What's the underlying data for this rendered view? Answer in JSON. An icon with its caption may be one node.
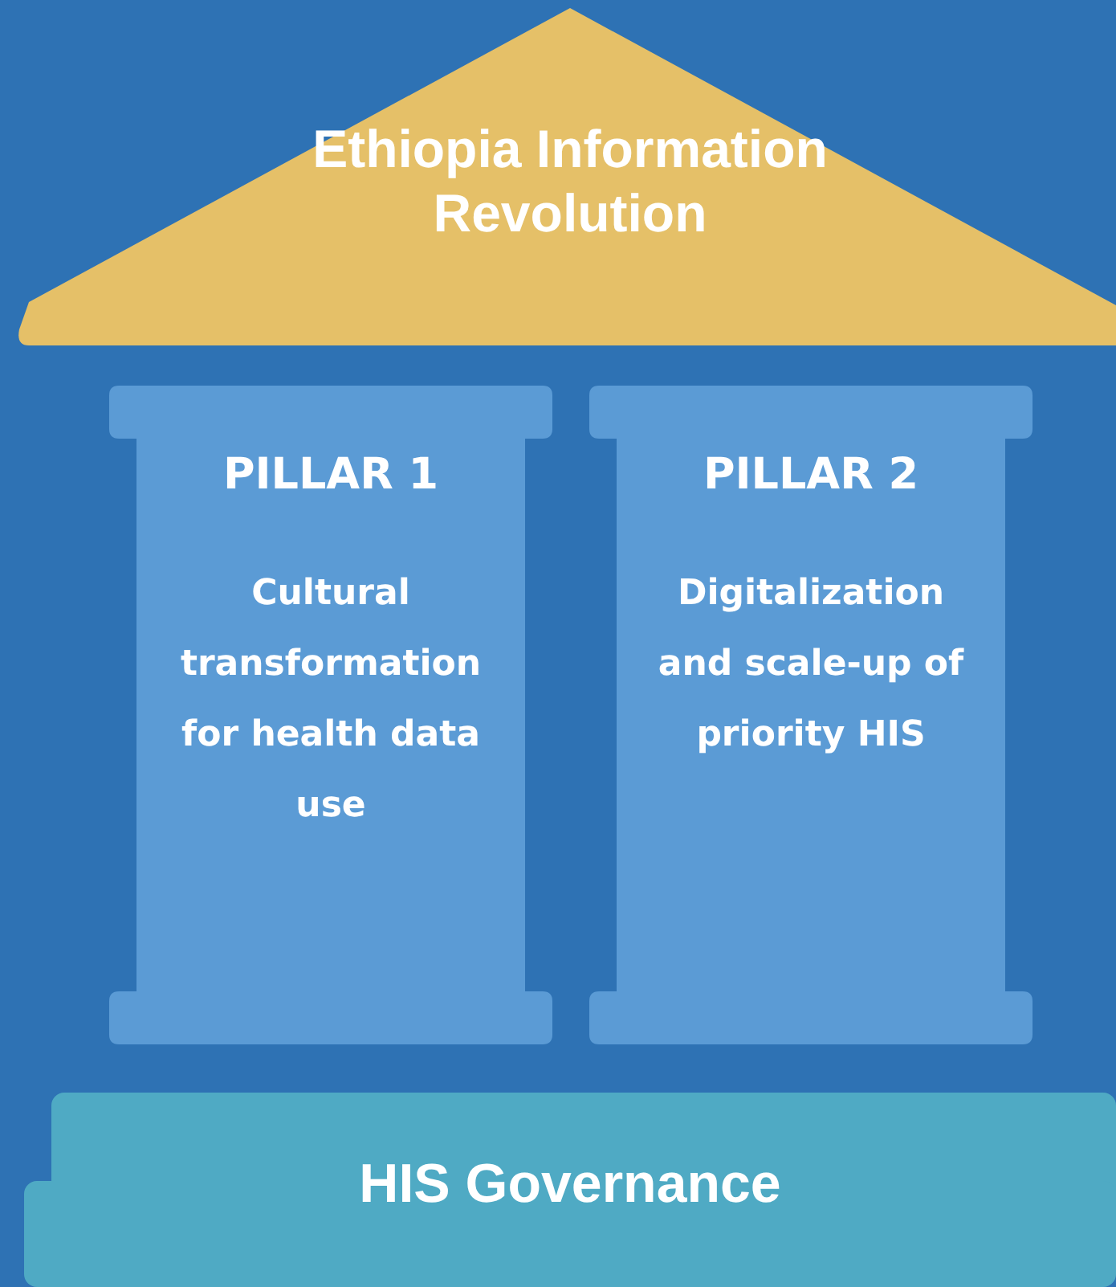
{
  "diagram": {
    "nodes": [
      {
        "text": [
          "Ethiopia Information Revolution"
        ]
      },
      {
        "text": [
          "PILLAR 1",
          "Cultural transformation for health data use"
        ]
      },
      {
        "text": [
          "PILLAR 2",
          "Digitalization and scale-up of priority HIS"
        ]
      },
      {
        "text": [
          "HIS Governance"
        ]
      }
    ],
    "edges": []
  }
}
